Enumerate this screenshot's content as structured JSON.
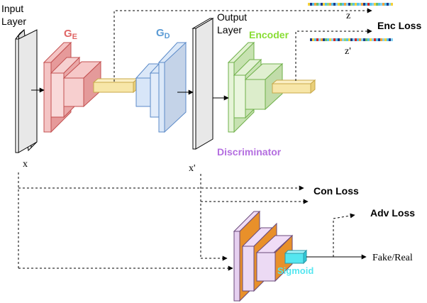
{
  "labels": {
    "input_line1": "Input",
    "input_line2": "Layer",
    "output_line1": "Output",
    "output_line2": "Layer",
    "ge_main": "G",
    "ge_sub": "E",
    "gd_main": "G",
    "gd_sub": "D",
    "encoder": "Encoder",
    "discriminator": "Discriminator",
    "sigmoid": "Sigmoid",
    "x": "x",
    "x_prime": "x'",
    "z": "z",
    "z_prime": "z'",
    "enc_loss": "Enc Loss",
    "con_loss": "Con Loss",
    "adv_loss": "Adv Loss",
    "fake_real": "Fake/Real"
  },
  "colors": {
    "ge": "#e06666",
    "gd": "#5b9bd5",
    "encoder": "#88dd33",
    "discriminator": "#b46ee0",
    "sigmoid": "#55e6f0",
    "latent": "#f5e3a0",
    "orange": "#e8902a",
    "lavender": "#e6d0f0"
  },
  "icons": {
    "z_bar": "latent-color-strip-icon",
    "z_prime_bar": "latent-color-strip-icon"
  }
}
